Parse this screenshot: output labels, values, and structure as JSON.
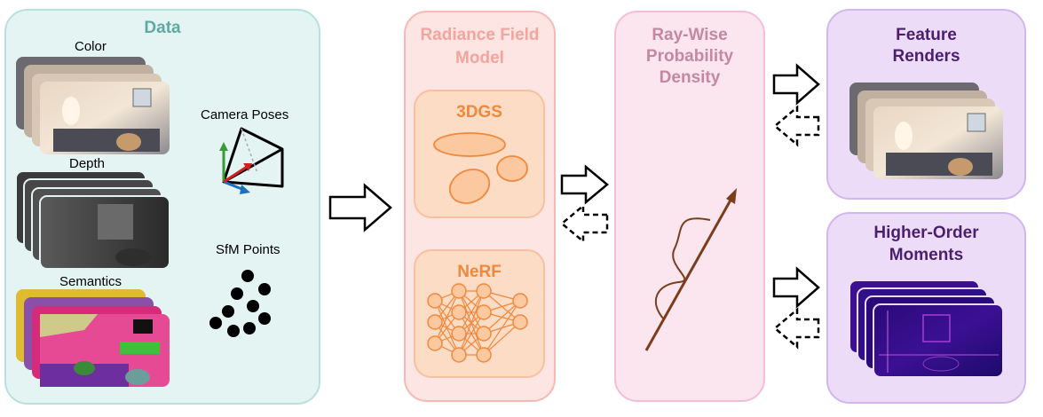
{
  "data_panel": {
    "title": "Data",
    "color_label": "Color",
    "depth_label": "Depth",
    "semantics_label": "Semantics",
    "camera_poses_label": "Camera Poses",
    "sfm_points_label": "SfM Points"
  },
  "radiance_panel": {
    "title_line1": "Radiance Field",
    "title_line2": "Model",
    "gs_label": "3DGS",
    "nerf_label": "NeRF"
  },
  "density_panel": {
    "title_line1": "Ray-Wise",
    "title_line2": "Probability",
    "title_line3": "Density"
  },
  "feature_panel": {
    "title_line1": "Feature",
    "title_line2": "Renders"
  },
  "moments_panel": {
    "title_line1": "Higher-Order",
    "title_line2": "Moments"
  },
  "colors": {
    "data_bg": "#e3f4f2",
    "data_border": "#b9e0dc",
    "data_title": "#5fa9a4",
    "radiance_bg": "#fde5e3",
    "radiance_border": "#f7b9b3",
    "radiance_title": "#f3a49c",
    "sub_bg": "#fddcc5",
    "sub_border": "#f7c09f",
    "sub_title": "#f0883c",
    "density_bg": "#fbe5ef",
    "density_border": "#f3bfd4",
    "density_title": "#c28a9c",
    "purple_bg": "#ecdcf8",
    "purple_border": "#d2b6ee",
    "purple_title": "#4b1f6e",
    "curve": "#7a3e1c"
  }
}
